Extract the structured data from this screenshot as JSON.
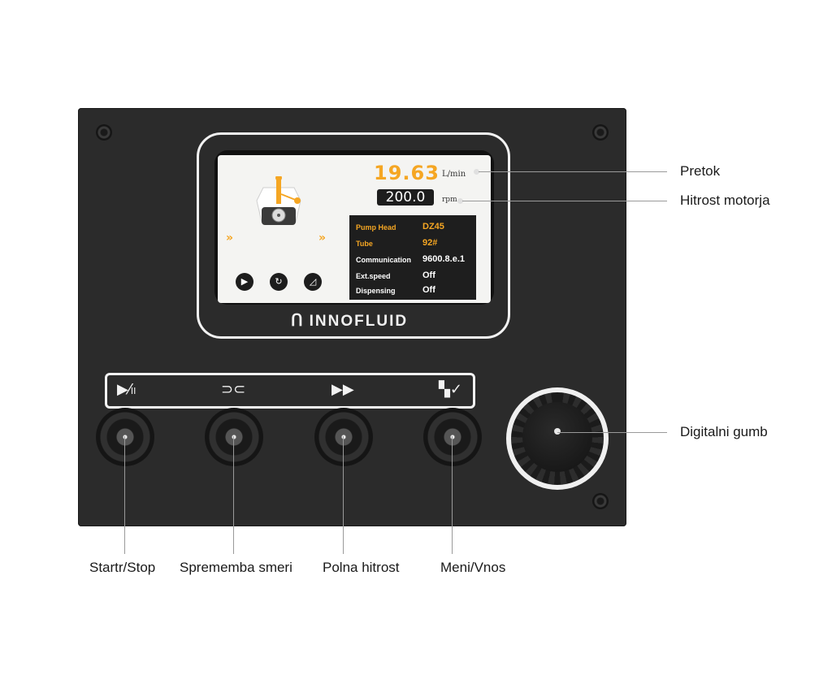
{
  "display": {
    "flow_value": "19.63",
    "flow_unit": "L/min",
    "speed_value": "200.0",
    "speed_unit": "rpm",
    "info": [
      {
        "key": "Pump Head",
        "value": "DZ45"
      },
      {
        "key": "Tube",
        "value": "92#"
      },
      {
        "key": "Communication",
        "value": "9600.8.e.1"
      },
      {
        "key": "Ext.speed",
        "value": "Off"
      },
      {
        "key": "Dispensing",
        "value": "Off"
      }
    ]
  },
  "brand": "INNOFLUID",
  "callouts": {
    "flow": "Pretok",
    "motor_speed": "Hitrost motorja",
    "knob": "Digitalni gumb",
    "start_stop": "Startr/Stop",
    "direction": "Sprememba smeri",
    "full_speed": "Polna hitrost",
    "menu": "Meni/Vnos"
  },
  "colors": {
    "panel": "#2b2b2b",
    "accent": "#f5a623",
    "screen_bg": "#f4f4f2"
  },
  "icons": [
    "play-pause-icon",
    "direction-change-icon",
    "fast-forward-icon",
    "menu-grid-icon"
  ]
}
